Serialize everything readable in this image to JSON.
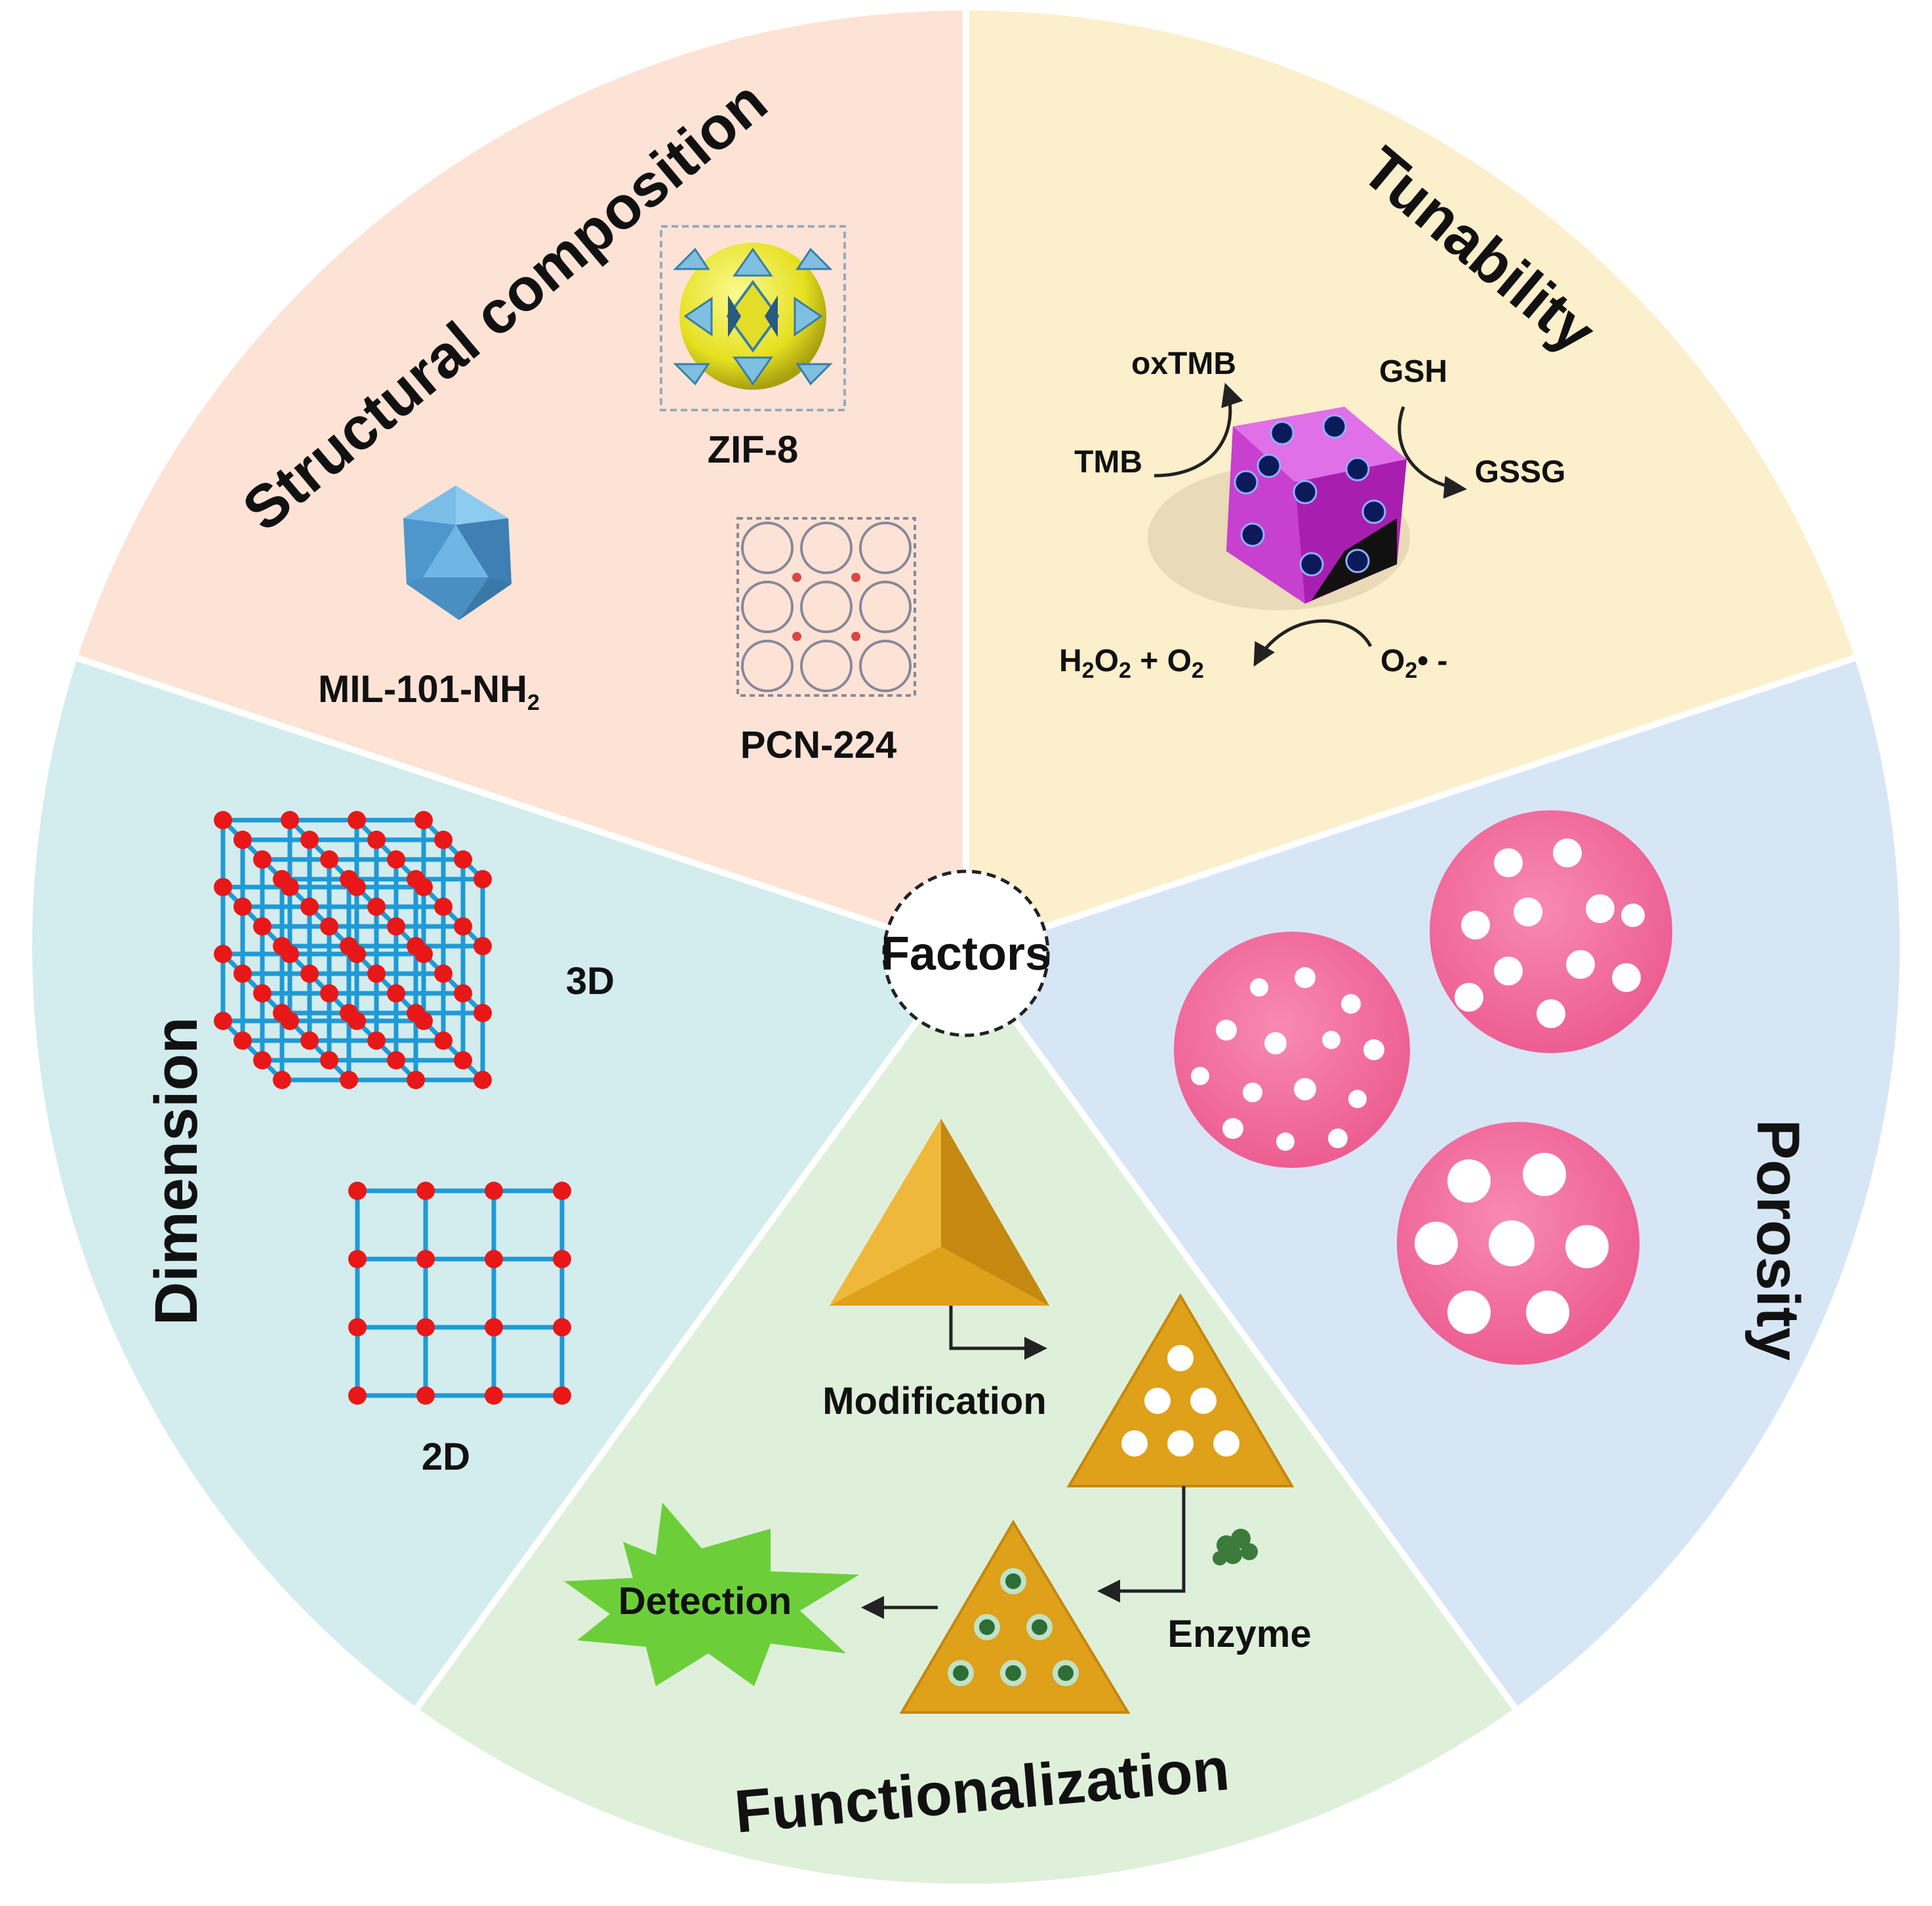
{
  "center": {
    "label": "Factors"
  },
  "sectors": {
    "structural": {
      "title": "Structural composition",
      "items": {
        "zif": "ZIF-8",
        "mil": "MIL-101-NH",
        "mil_sub": "2",
        "pcn": "PCN-224"
      },
      "color": "#fde3d6"
    },
    "tunability": {
      "title": "Tunability",
      "items": {
        "oxtmb": "oxTMB",
        "tmb": "TMB",
        "gsh": "GSH",
        "gssg": "GSSG",
        "h2o2_a": "H",
        "h2o2_b": "O",
        "h2o2_c": " + O",
        "h2o2_sub": "2",
        "o2_a": "O",
        "o2_sub": "2",
        "o2_b": "• -"
      },
      "color": "#fcefcc"
    },
    "porosity": {
      "title": "Porosity",
      "color": "#d7e6f5"
    },
    "functionalization": {
      "title": "Functionalization",
      "items": {
        "modification": "Modification",
        "enzyme": "Enzyme",
        "detection": "Detection"
      },
      "color": "#dff0da"
    },
    "dimension": {
      "title": "Dimension",
      "items": {
        "d3": "3D",
        "d2": "2D"
      },
      "color": "#d3ecee"
    }
  },
  "palette": {
    "lattice_line": "#1e9ad6",
    "lattice_node": "#e81818",
    "sphere_pink": "#f06a9a",
    "triangle_gold": "#e0a21c",
    "detection_green": "#6ccf3a",
    "cube_magenta": "#c83cc8"
  }
}
